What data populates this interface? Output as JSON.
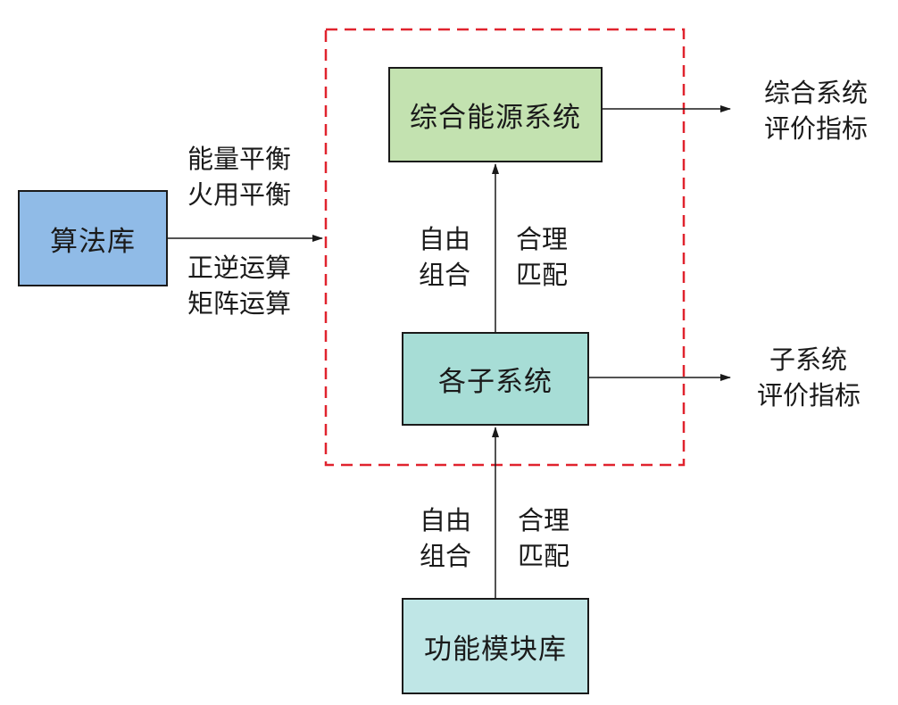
{
  "nodes": {
    "integrated_system": "综合能源系统",
    "subsystems": "各子系统",
    "algorithm_library": "算法库",
    "module_library": "功能模块库"
  },
  "library_inputs": {
    "above": [
      "能量平衡",
      "火用平衡"
    ],
    "below": [
      "正逆运算",
      "矩阵运算"
    ]
  },
  "upper_link": {
    "left": [
      "自由",
      "组合"
    ],
    "right": [
      "合理",
      "匹配"
    ]
  },
  "lower_link": {
    "left": [
      "自由",
      "组合"
    ],
    "right": [
      "合理",
      "匹配"
    ]
  },
  "outputs": {
    "integrated": [
      "综合系统",
      "评价指标"
    ],
    "subsystem": [
      "子系统",
      "评价指标"
    ]
  },
  "colors": {
    "integrated_fill": "#c3e2b0",
    "subsystem_fill": "#a7ddd6",
    "library_fill": "#90bbe7",
    "module_fill": "#bfe6e6",
    "boundary": "#e0232e"
  }
}
